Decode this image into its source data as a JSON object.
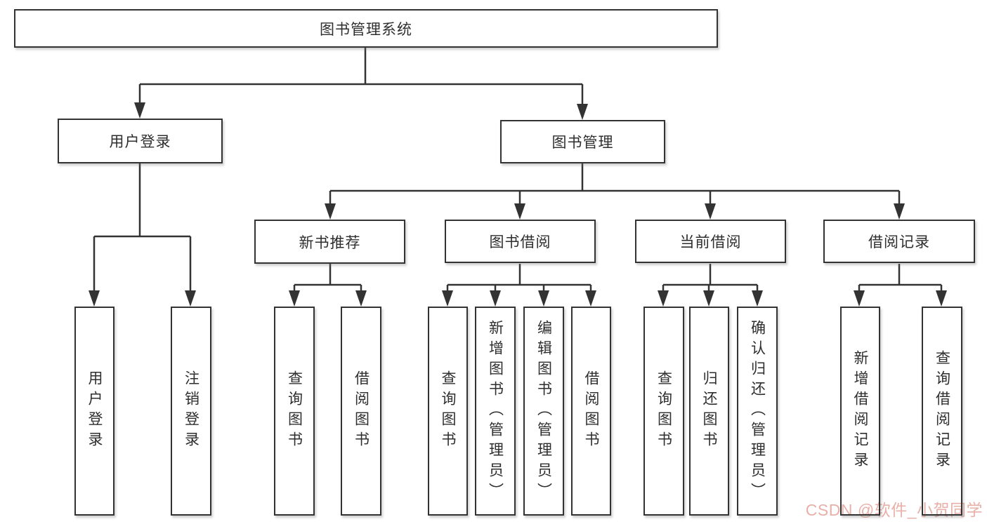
{
  "tree": {
    "label": "图书管理系统",
    "children": [
      {
        "label": "用户登录",
        "children": [
          {
            "label": "用户登录"
          },
          {
            "label": "注销登录"
          }
        ]
      },
      {
        "label": "图书管理",
        "children": [
          {
            "label": "新书推荐",
            "children": [
              {
                "label": "查询图书"
              },
              {
                "label": "借阅图书"
              }
            ]
          },
          {
            "label": "图书借阅",
            "children": [
              {
                "label": "查询图书"
              },
              {
                "label": "新增图书（管理员）"
              },
              {
                "label": "编辑图书（管理员）"
              },
              {
                "label": "借阅图书"
              }
            ]
          },
          {
            "label": "当前借阅",
            "children": [
              {
                "label": "查询图书"
              },
              {
                "label": "归还图书"
              },
              {
                "label": "确认归还（管理员）"
              }
            ]
          },
          {
            "label": "借阅记录",
            "children": [
              {
                "label": "新增借阅记录"
              },
              {
                "label": "查询借阅记录"
              }
            ]
          }
        ]
      }
    ]
  },
  "watermark": {
    "text": "CSDN @软件_小贺同学",
    "color": "#e8b0a8"
  },
  "colors": {
    "line": "#333333",
    "text": "#2e2e2e",
    "background": "#ffffff"
  }
}
